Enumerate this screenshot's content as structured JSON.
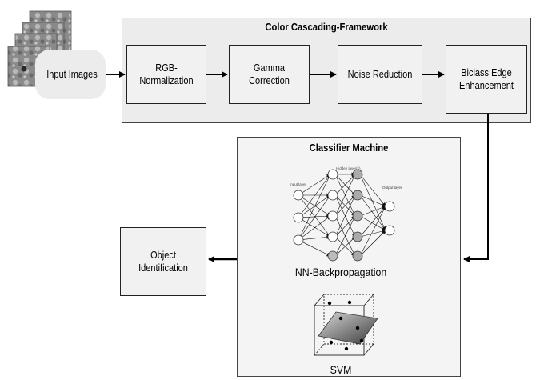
{
  "input": {
    "label": "Input Images"
  },
  "framework": {
    "title": "Color Cascading-Framework",
    "steps": [
      "RGB-Normalization",
      "Gamma Correction",
      "Noise Reduction",
      "Biclass Edge Enhancement"
    ]
  },
  "classifier": {
    "title": "Classifier Machine",
    "nn_label": "NN-Backpropagation",
    "nn_layers": {
      "input": "Input layer",
      "hidden": "Hidden layer(s)",
      "output": "Output layer"
    },
    "svm_label": "SVM"
  },
  "output": {
    "label": "Object Identification"
  }
}
